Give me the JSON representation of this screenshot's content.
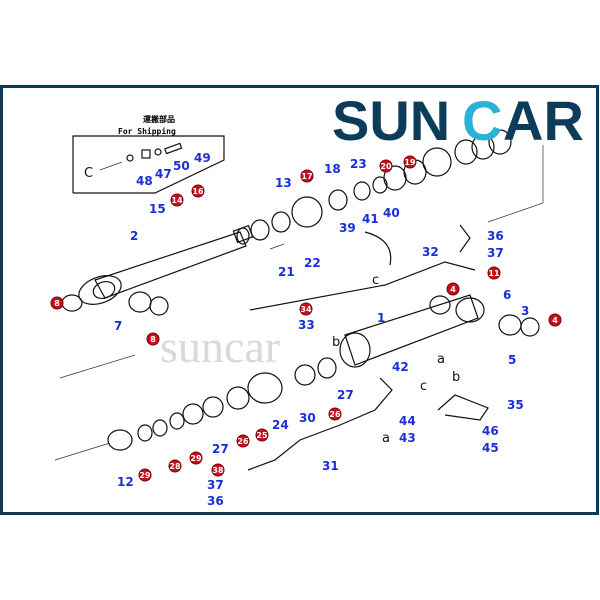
{
  "logo": {
    "text_left": "SUN",
    "text_c": "C",
    "text_right": "AR",
    "brand_color": "#0d3b5a",
    "accent_color": "#2bb0d8"
  },
  "watermark": "suncar",
  "inset": {
    "caption_jp": "運搬部品",
    "caption_en": "For Shipping",
    "arrow_label": "C"
  },
  "blue_labels": [
    "15",
    "13",
    "18",
    "2",
    "7",
    "21",
    "22",
    "33",
    "39",
    "48",
    "47",
    "50",
    "49",
    "23",
    "40",
    "41",
    "36",
    "37",
    "32",
    "6",
    "3",
    "1",
    "5",
    "42",
    "27",
    "30",
    "24",
    "27",
    "12",
    "31",
    "37",
    "36",
    "44",
    "43",
    "46",
    "45",
    "35"
  ],
  "red_labels": [
    "8",
    "14",
    "16",
    "17",
    "8",
    "34",
    "20",
    "19",
    "11",
    "4",
    "4",
    "26",
    "25",
    "26",
    "29",
    "28",
    "29",
    "38"
  ],
  "letters": [
    "c",
    "c",
    "a",
    "a",
    "b",
    "b"
  ],
  "colors": {
    "label_blue": "#1a2fd8",
    "callout_red": "#c8101a",
    "frame": "#0d3b5a"
  }
}
